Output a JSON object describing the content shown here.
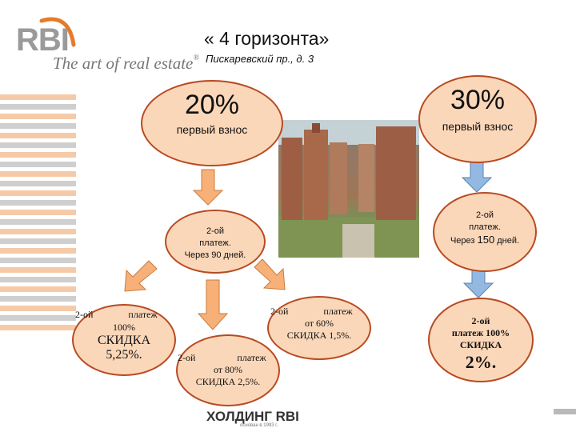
{
  "header": {
    "logo_text": "RBI",
    "tagline": "The art of real estate",
    "tagline_mark": "®",
    "title": "« 4 горизонта»",
    "subtitle": "Пискаревский пр., д. 3"
  },
  "left_branch": {
    "percent": "20%",
    "label": "первый взнос",
    "second_payment": [
      "2-ой",
      "платеж.",
      "Через 90 дней."
    ],
    "options": [
      {
        "line1a": "2-ой",
        "line1b": "платеж",
        "line2": "100%",
        "line3": "СКИДКА",
        "line4": "5,25%."
      },
      {
        "line1a": "2-ой",
        "line1b": "платеж",
        "line2": "от 80%",
        "line3": "СКИДКА 2,5%."
      },
      {
        "line1a": "2-ой",
        "line1b": "платеж",
        "line2": "от 60%",
        "line3": "СКИДКА 1,5%."
      }
    ]
  },
  "right_branch": {
    "percent": "30%",
    "label": "первый взнос",
    "second_payment": {
      "line1": "2-ой",
      "line2": "платеж.",
      "line3_prefix": "Через ",
      "line3_number": "150",
      "line3_suffix": " дней."
    },
    "final": {
      "line1": "2-ой",
      "line2": "платеж 100%",
      "line3": "СКИДКА",
      "line4": "2%."
    }
  },
  "footer": {
    "logo": "ХОЛДИНГ RBI",
    "sub": "основан в 1993 г."
  },
  "colors": {
    "ellipse_fill": "#fbd7b9",
    "ellipse_border": "#b84a21",
    "orange_arrow": "#f7b178",
    "blue_arrow": "#93b9e2",
    "stripe_orange": "#f6caa7",
    "stripe_gray": "#cfcfcf"
  }
}
